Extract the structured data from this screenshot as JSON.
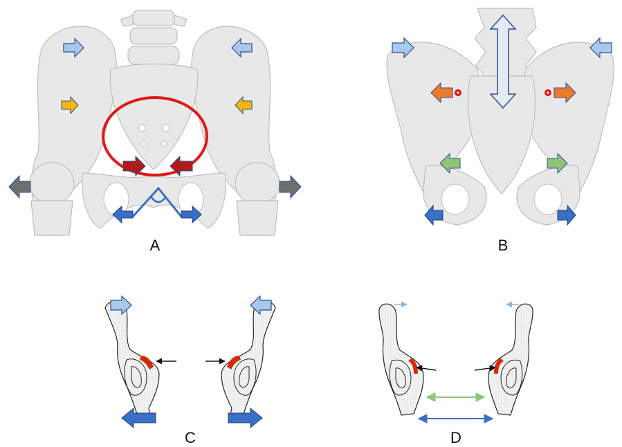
{
  "panels": [
    {
      "id": "A",
      "label": "A"
    },
    {
      "id": "B",
      "label": "B"
    },
    {
      "id": "C",
      "label": "C"
    },
    {
      "id": "D",
      "label": "D"
    }
  ],
  "colors": {
    "light_blue": "#a9c9ec",
    "dark_blue": "#3a6fc4",
    "yellow": "#f3b512",
    "orange": "#ec7a2c",
    "green": "#8fc47a",
    "dark_red": "#b01a1a",
    "grey": "#6e6e6e",
    "red_ring": "#e01818",
    "joint_red": "#d42a0a",
    "bone": "#e8e8e8",
    "bone_stroke": "#bdbdbd"
  },
  "icons": [
    "arrow-icon",
    "double-arrow-icon",
    "pivot-dot-icon"
  ]
}
